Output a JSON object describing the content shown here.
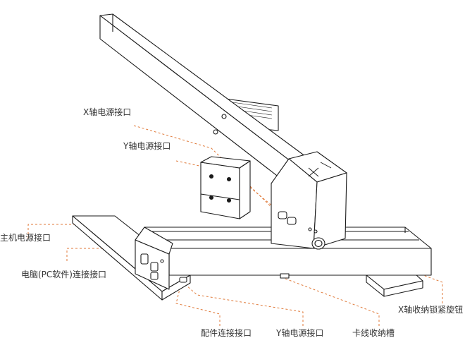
{
  "colors": {
    "line": "#1a1a1a",
    "leader": "#e07a3a",
    "label": "#333333"
  },
  "labels": {
    "x_power_port": "X轴电源接口",
    "y_power_port_top": "Y轴电源接口",
    "main_power_port": "主机电源接口",
    "pc_port": "电脑(PC软件)连接接口",
    "accessory_port": "配件连接接口",
    "y_power_port_bottom": "Y轴电源接口",
    "cable_slot": "卡线收纳槽",
    "x_lock_knob": "X轴收纳锁紧旋钮"
  }
}
